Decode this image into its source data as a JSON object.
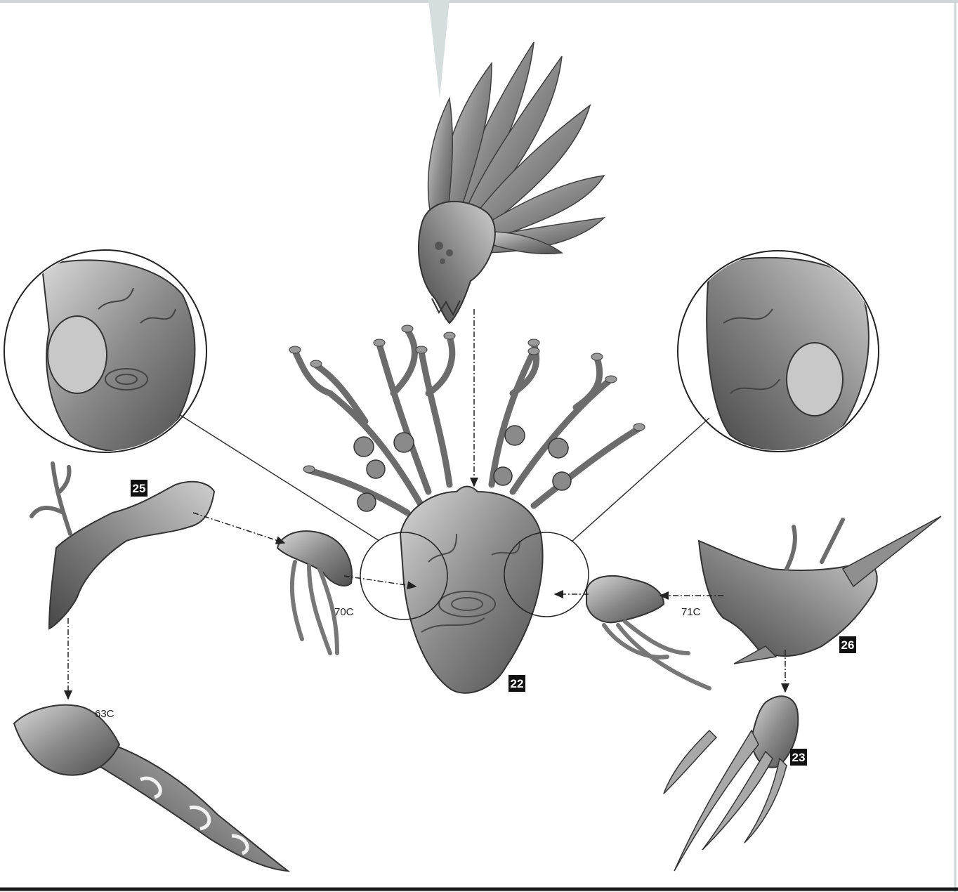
{
  "diagram": {
    "colors": {
      "background": "#ffffff",
      "part": "#8e8e8e",
      "part_dark": "#5a5a5a",
      "part_light": "#d4d4d4",
      "line": "#333333",
      "badge": "#111111",
      "frame": "#cfd6d6"
    },
    "part_numbers": {
      "p22": "22",
      "p23": "23",
      "p25": "25",
      "p26": "26"
    },
    "labels": {
      "l70c": "70C",
      "l71c": "71C",
      "l63c": "63C"
    },
    "icons": {
      "detail_views": "magnifier-circle",
      "arrows": "dash-dot-arrow"
    }
  }
}
